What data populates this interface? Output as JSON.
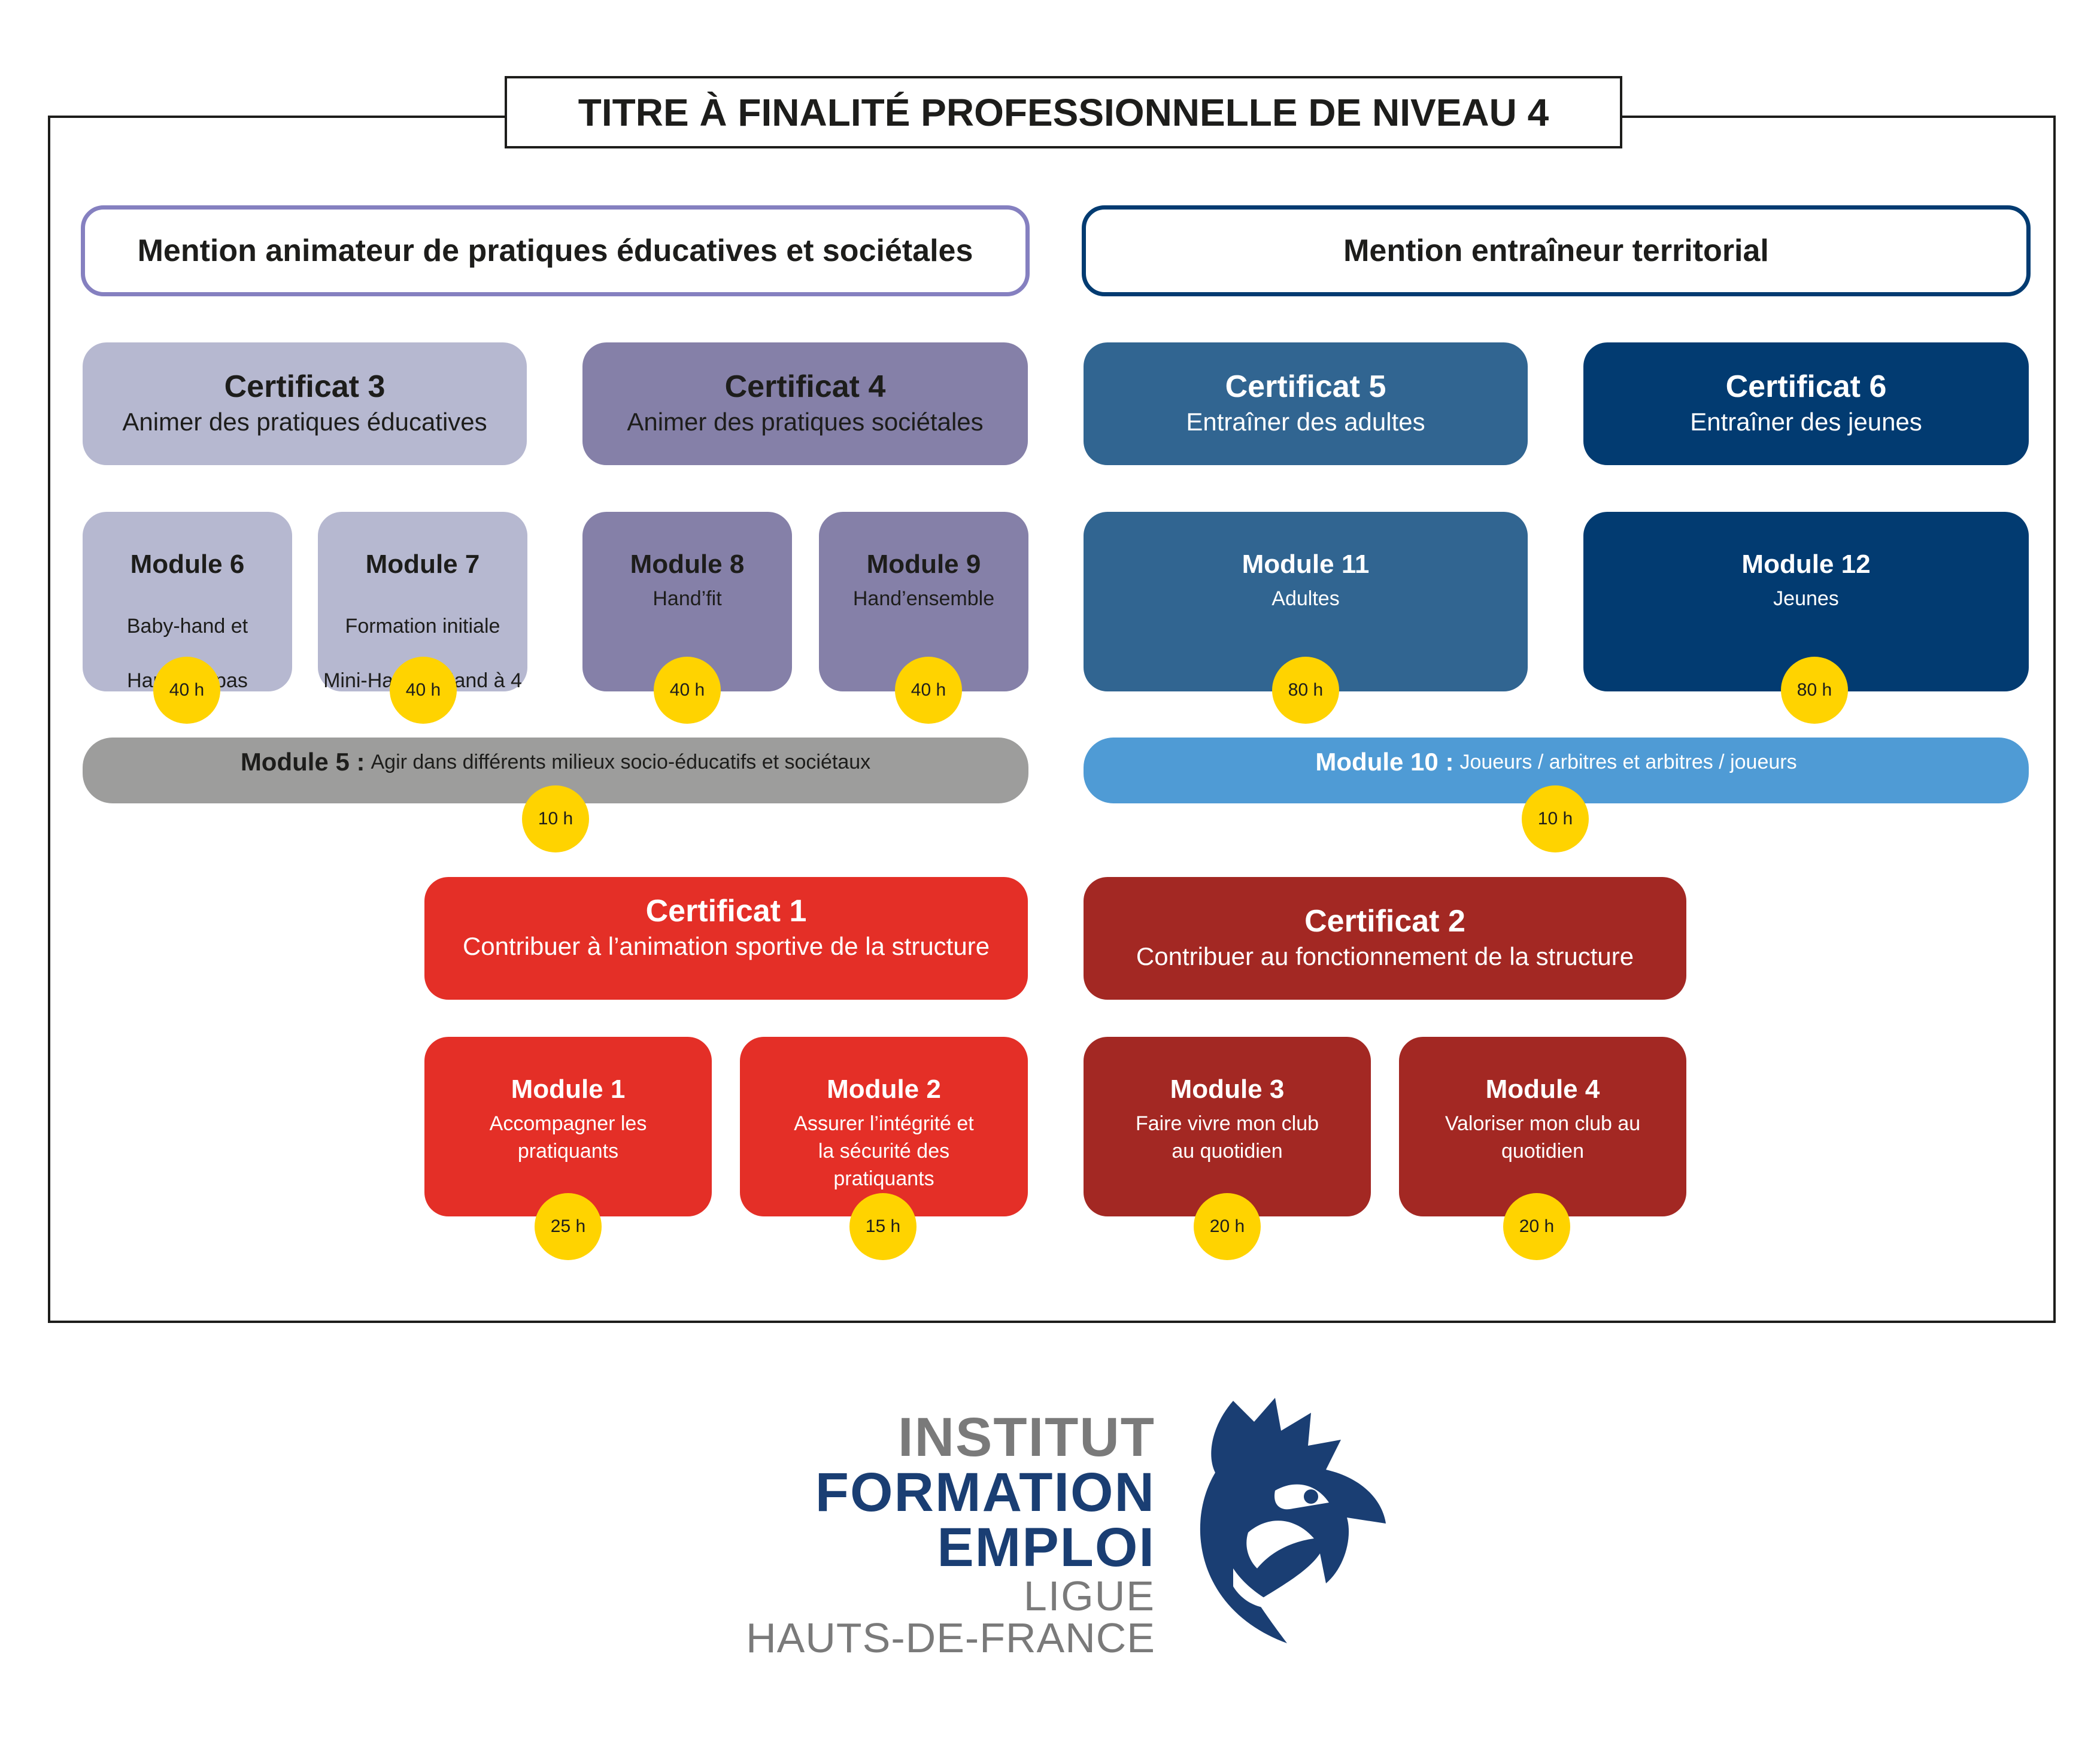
{
  "title": "TITRE À FINALITÉ PROFESSIONNELLE DE NIVEAU 4",
  "mentions": {
    "left": "Mention animateur de pratiques éducatives et sociétales",
    "right": "Mention entraîneur territorial"
  },
  "certificats": {
    "c3": {
      "title": "Certificat 3",
      "subtitle": "Animer des pratiques éducatives"
    },
    "c4": {
      "title": "Certificat 4",
      "subtitle": "Animer des pratiques sociétales"
    },
    "c5": {
      "title": "Certificat 5",
      "subtitle": "Entraîner des adultes"
    },
    "c6": {
      "title": "Certificat 6",
      "subtitle": "Entraîner des jeunes"
    },
    "c1": {
      "title": "Certificat 1",
      "subtitle": "Contribuer à l’animation sportive de la structure"
    },
    "c2": {
      "title": "Certificat 2",
      "subtitle": "Contribuer au fonctionnement de la structure"
    }
  },
  "modules": {
    "m6": {
      "title": "Module 6",
      "line1": "Baby-hand et",
      "line2_a": "Hand 1",
      "line2_sup": "ers",
      "line2_b": " pas",
      "hours": "40 h"
    },
    "m7": {
      "title": "Module 7",
      "line1": "Formation initiale",
      "line2_a": "Mini-Hand ",
      "line2_small": "et",
      "line2_b": " Hand à 4",
      "hours": "40 h"
    },
    "m8": {
      "title": "Module 8",
      "desc": "Hand’fit",
      "hours": "40 h"
    },
    "m9": {
      "title": "Module 9",
      "desc": "Hand’ensemble",
      "hours": "40 h"
    },
    "m11": {
      "title": "Module 11",
      "desc": "Adultes",
      "hours": "80 h"
    },
    "m12": {
      "title": "Module 12",
      "desc": "Jeunes",
      "hours": "80 h"
    },
    "m5": {
      "title": "Module 5 :",
      "desc": "Agir dans différents milieux socio-éducatifs et sociétaux",
      "hours": "10 h"
    },
    "m10": {
      "title": "Module 10 :",
      "desc": "Joueurs / arbitres et arbitres / joueurs",
      "hours": "10 h"
    },
    "m1": {
      "title": "Module 1",
      "desc": "Accompagner les\npratiquants",
      "hours": "25 h"
    },
    "m2": {
      "title": "Module 2",
      "desc": "Assurer l’intégrité et\nla sécurité des\npratiquants",
      "hours": "15 h"
    },
    "m3": {
      "title": "Module 3",
      "desc": "Faire vivre mon club\nau quotidien",
      "hours": "20 h"
    },
    "m4": {
      "title": "Module 4",
      "desc": "Valoriser mon club au\nquotidien",
      "hours": "20 h"
    }
  },
  "logo": {
    "line1": "INSTITUT",
    "line2": "FORMATION",
    "line3": "EMPLOI",
    "line4": "LIGUE",
    "line5": "HAUTS-DE-FRANCE"
  },
  "colors": {
    "lavender": "#b6b8d0",
    "purple": "#8580a8",
    "steel_blue": "#316591",
    "navy": "#023b71",
    "grey": "#9d9d9c",
    "sky": "#4f9bd5",
    "red": "#e42f27",
    "dark_red": "#a32823",
    "yellow": "#ffd300",
    "logo_grey": "#7a7a7a",
    "logo_blue": "#1a3e73"
  }
}
